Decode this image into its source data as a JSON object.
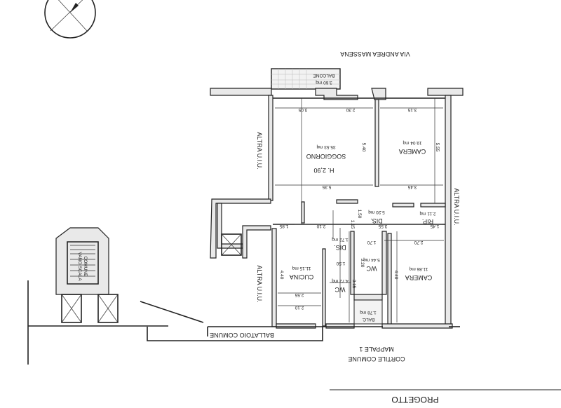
{
  "street": "VIA ANDREA MASSENA",
  "courtyard": {
    "line1": "CORTILE COMUNE",
    "line2": "MAPPALE 1"
  },
  "gallery": "BALLATOIO COMUNE",
  "stairwell": {
    "line1": "VANO SCALA",
    "line2": "COMUNE"
  },
  "other_unit": "ALTRA U.I.U.",
  "title": "PROGETTO",
  "ceiling_height": "H. 2,90",
  "rooms": [
    {
      "name": "SOGGIORNO",
      "area": "35.53 mq"
    },
    {
      "name": "CAMERA",
      "area": "19.04 mq"
    },
    {
      "name": "DIS.",
      "area": "5.20 mq"
    },
    {
      "name": "RIP.",
      "area": "2.11 mq"
    },
    {
      "name": "DIS.",
      "area": "1.72 mq"
    },
    {
      "name": "CUCINA",
      "area": "11.15 mq"
    },
    {
      "name": "WC",
      "area": "4.72 mq"
    },
    {
      "name": "WC",
      "area": "5.44 mq"
    },
    {
      "name": "CAMERA",
      "area": "11.86 mq"
    },
    {
      "name": "BALC.",
      "area": "1.78 mq"
    },
    {
      "name": "BALCONE",
      "area": "3.60 mq"
    }
  ],
  "dimensions": {
    "d305": "3.05",
    "d230": "2.30",
    "d315": "3.15",
    "d540": "5.40",
    "d555": "5.55",
    "d535": "5.35",
    "d345": "3.45",
    "d185": "1.85",
    "d210": "2.10",
    "d355": "3.55",
    "d145": "1.45",
    "d150": "1.50",
    "d115": "1.15",
    "d170": "1.70",
    "d270": "2.70",
    "d440a": "4.40",
    "d440b": "4.40",
    "d320": "3.20",
    "d150b": "1.50",
    "d315b": "3.15",
    "d255": "2.55",
    "d210b": "2.10"
  }
}
